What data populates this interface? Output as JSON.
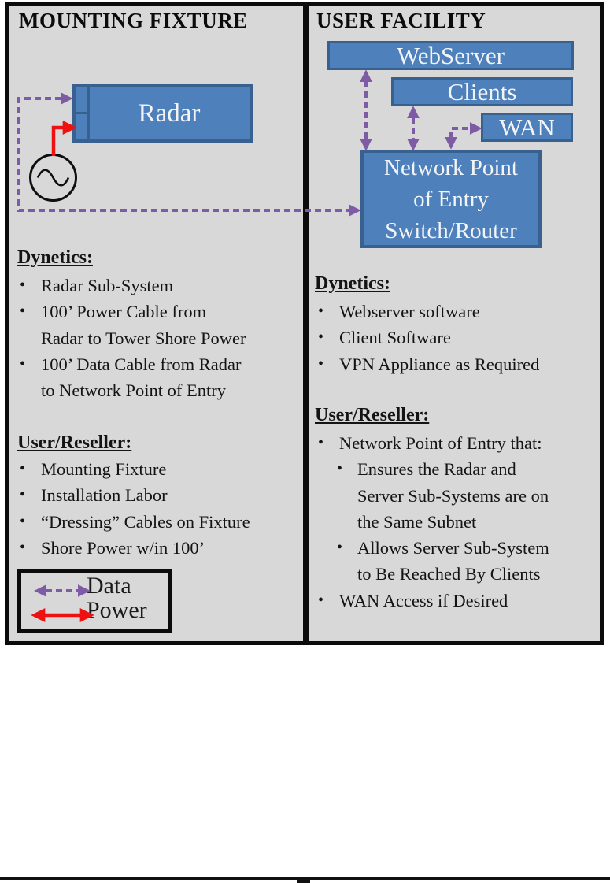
{
  "ui": {
    "bullet": "•"
  },
  "colors": {
    "panel_background": "#d8d8d8",
    "frame_black": "#0b0b0b",
    "box_fill": "#4e80bc",
    "box_border": "#38618f",
    "data_line_purple": "#7d5ca5",
    "power_line_red": "#ee1111"
  },
  "left_panel": {
    "title": "MOUNTING FIXTURE",
    "radar_box": "Radar",
    "dynetics_header": "Dynetics:",
    "dynetics_rows": [
      {
        "text": "Radar Sub-System"
      },
      {
        "text": "100’ Power Cable from"
      },
      {
        "text": "Radar to Tower Shore Power"
      },
      {
        "text": "100’ Data Cable from Radar"
      },
      {
        "text": "to Network Point of Entry"
      }
    ],
    "user_reseller_header": "User/Reseller:",
    "user_reseller_rows": [
      {
        "text": "Mounting Fixture"
      },
      {
        "text": "Installation Labor"
      },
      {
        "text": "“Dressing” Cables on Fixture"
      },
      {
        "text": "Shore Power w/in 100’"
      }
    ],
    "legend": {
      "data_label": "Data",
      "power_label": "Power"
    }
  },
  "right_panel": {
    "title": "USER FACILITY",
    "webserver_box": "WebServer",
    "clients_box": "Clients",
    "wan_box": "WAN",
    "npe_box_lines": [
      "Network Point",
      "of Entry",
      "Switch/Router"
    ],
    "dynetics_header": "Dynetics:",
    "dynetics_rows": [
      {
        "text": "Webserver software"
      },
      {
        "text": "Client Software"
      },
      {
        "text": "VPN Appliance as Required"
      }
    ],
    "user_reseller_header": "User/Reseller:",
    "user_reseller_rows": [
      {
        "text": "Network Point of Entry that:"
      },
      {
        "text": "Ensures the Radar and"
      },
      {
        "text": "Server Sub-Systems are on"
      },
      {
        "text": "the Same Subnet"
      },
      {
        "text": "Allows Server Sub-System"
      },
      {
        "text": "to Be Reached By Clients"
      },
      {
        "text": "WAN Access if Desired"
      }
    ]
  }
}
